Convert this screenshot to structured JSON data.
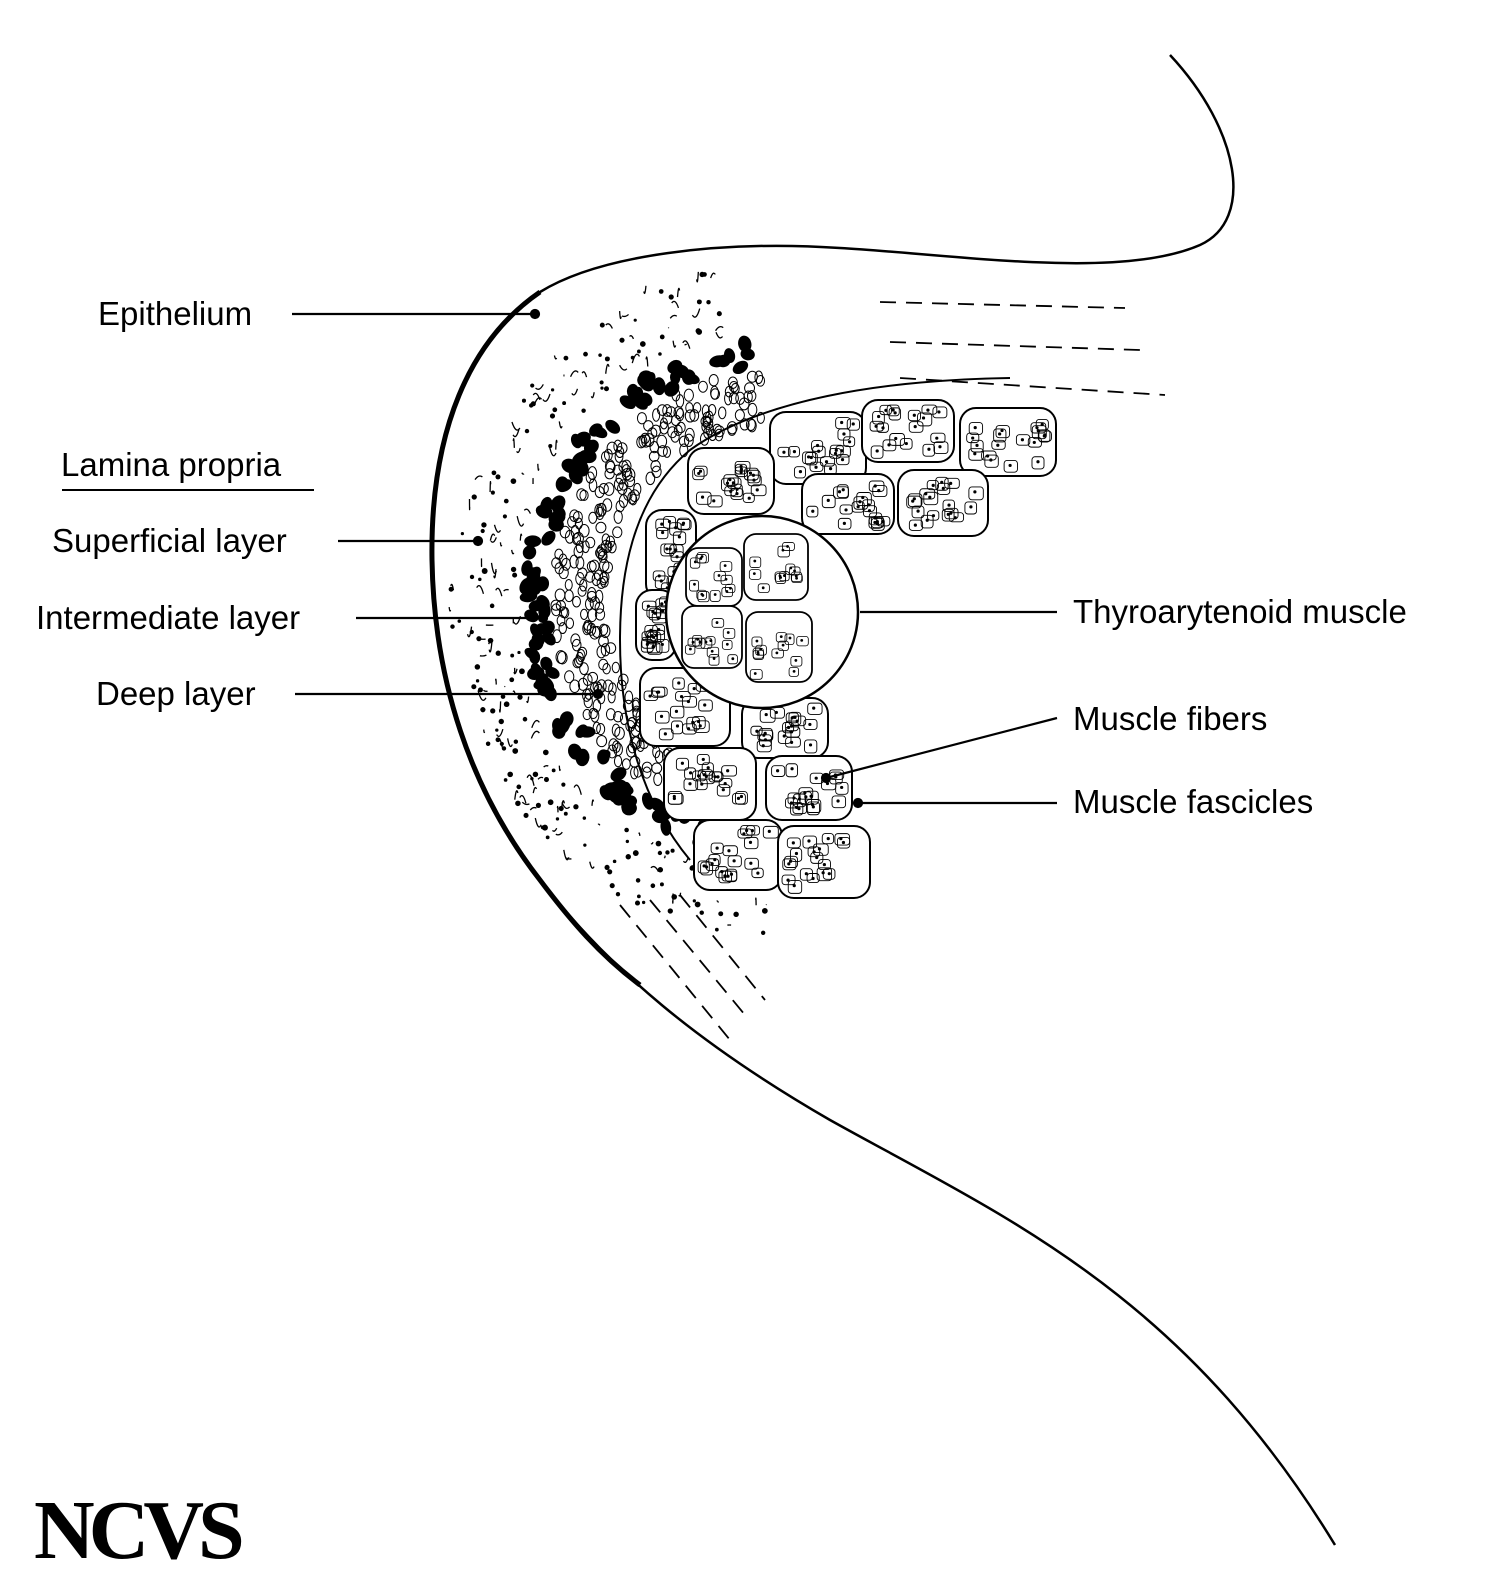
{
  "labels": {
    "epithelium": "Epithelium",
    "lamina_propria": "Lamina propria",
    "superficial_layer": "Superficial layer",
    "intermediate_layer": "Intermediate layer",
    "deep_layer": "Deep layer",
    "thyroarytenoid_muscle": "Thyroarytenoid muscle",
    "muscle_fibers": "Muscle fibers",
    "muscle_fascicles": "Muscle fascicles"
  },
  "logo": {
    "text": "NCVS"
  },
  "colors": {
    "ink": "#000000",
    "paper": "#ffffff"
  }
}
